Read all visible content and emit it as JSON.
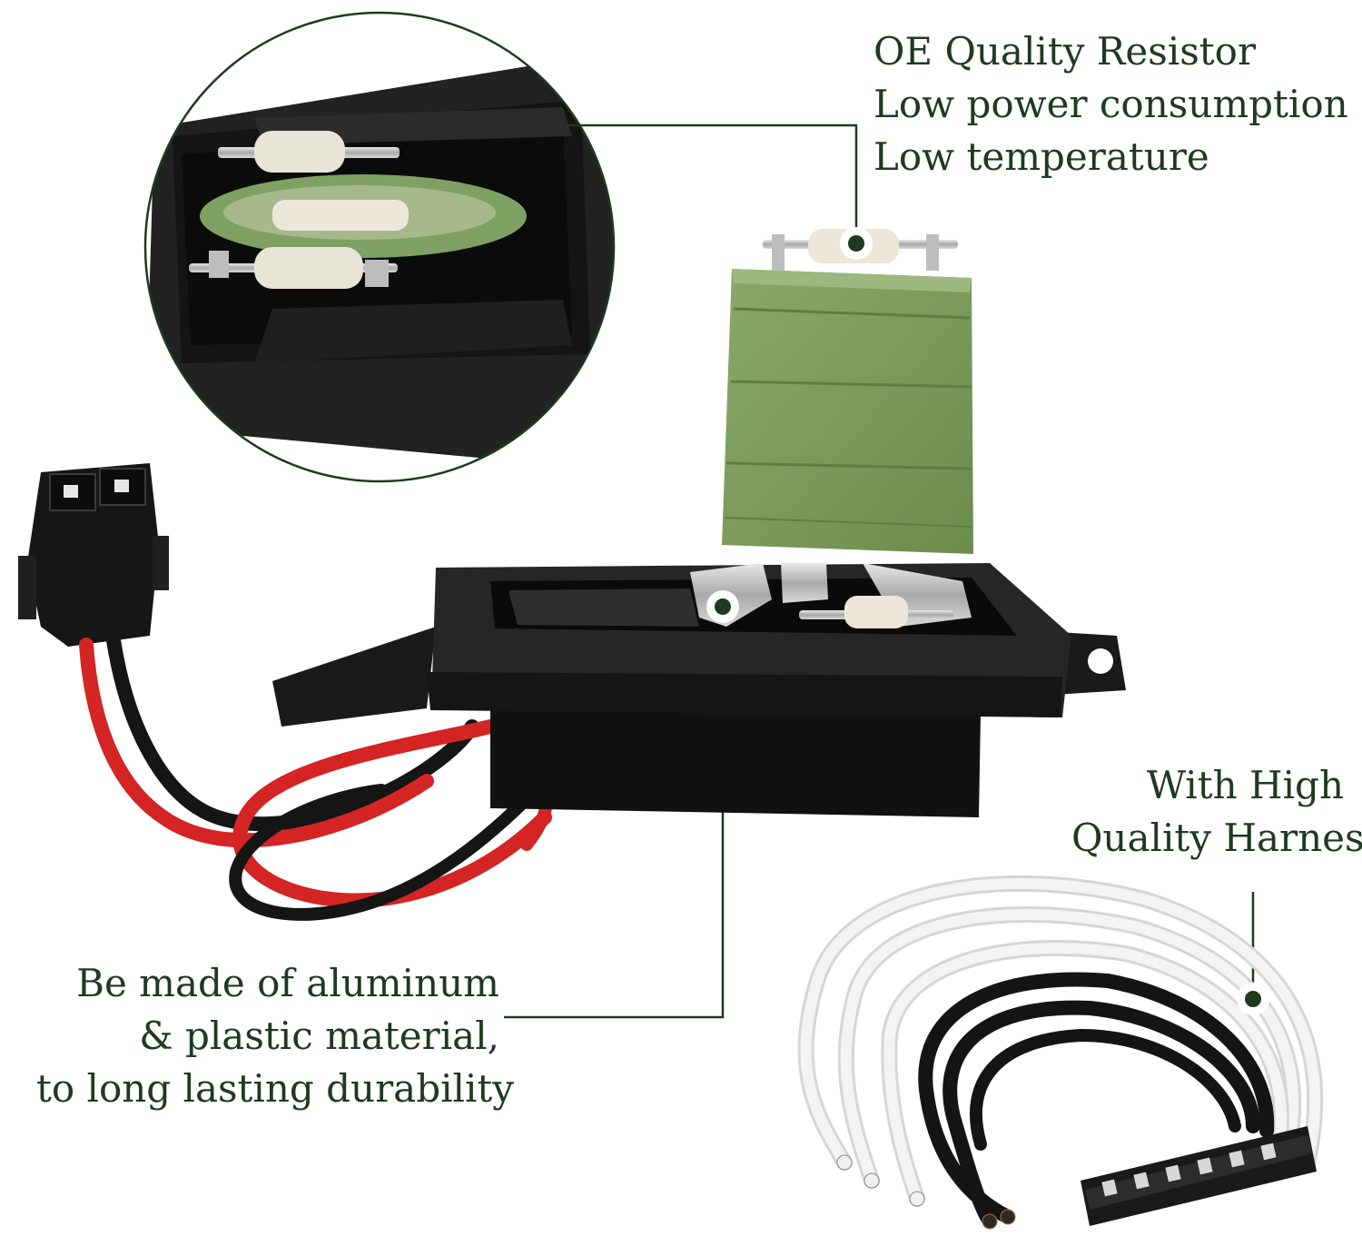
{
  "image": {
    "subject": "HVAC blower motor resistor with wiring harness",
    "colors": {
      "accent_line": "#1e3a1f",
      "text": "#1e3a1f",
      "resistor_green": "#7a9a5c",
      "housing": "#1d1d1d",
      "wire_red": "#d42424",
      "wire_black": "#151515",
      "wire_white": "#f1f1f1"
    }
  },
  "callouts": {
    "top": [
      "OE Quality Resistor",
      "Low power consumption",
      "Low temperature"
    ],
    "left": [
      "Be made of aluminum",
      "& plastic material,",
      "to long lasting durability"
    ],
    "right": [
      "With High",
      "Quality Harness"
    ]
  }
}
